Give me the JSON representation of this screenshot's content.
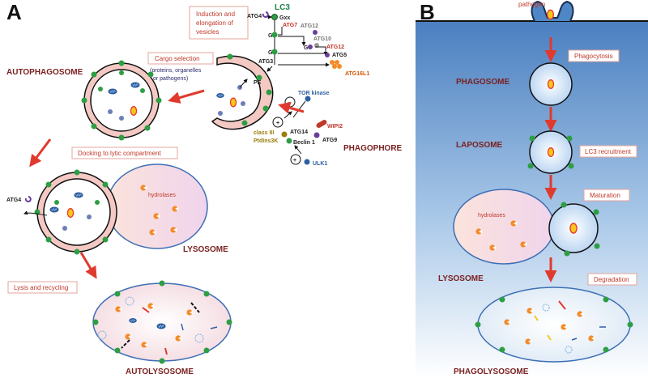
{
  "panels": {
    "a": "A",
    "b": "B"
  },
  "panel_a": {
    "labels": {
      "autophagosome": "AUTOPHAGOSOME",
      "phagophore": "PHAGOPHORE",
      "lysosome": "LYSOSOME",
      "autolysosome": "AUTOLYSOSOME"
    },
    "boxes": {
      "induction_line1": "Induction and",
      "induction_line2": "elongation of",
      "induction_line3": "vesicles",
      "cargo": "Cargo selection",
      "docking": "Docking to lytic compartment",
      "lysis": "Lysis and recycling"
    },
    "cargo_detail_line1": "(proteins, organelles",
    "cargo_detail_line2": "or pathogens)",
    "genes": {
      "lc3": "LC3",
      "atg4": "ATG4",
      "gxx": "Gxx",
      "g": "G",
      "atg7": "ATG7",
      "atg12_top": "ATG12",
      "atg10": "ATG10",
      "atg12": "ATG12",
      "atg5": "ATG5",
      "atg3": "ATG3",
      "atg16l1": "ATG16L1",
      "pe": "PE",
      "tor_kinase": "TOR kinase",
      "minus": "−",
      "plus": "+",
      "wipi2": "WIPI2",
      "class3_line1": "class III",
      "class3_line2": "PtdIns3K",
      "atg14": "ATG14",
      "beclin1": "Beclin 1",
      "atg9": "ATG9",
      "ulk1": "ULK1",
      "atg4_lower": "ATG4"
    },
    "hydrolases": "hydrolases"
  },
  "panel_b": {
    "pathogen": "pathogen",
    "labels": {
      "phagosome": "PHAGOSOME",
      "laposome": "LAPOSOME",
      "lysosome": "LYSOSOME",
      "phagolysosome": "PHAGOLYSOSOME"
    },
    "boxes": {
      "phagocytosis": "Phagocytosis",
      "lc3_recruitment": "LC3 recruitment",
      "maturation": "Maturation",
      "degradation": "Degradation"
    },
    "hydrolases": "hydrolases"
  },
  "colors": {
    "arrow_red": "#e03a2e",
    "label_maroon": "#7a1f1f",
    "membrane_pink": "#f4c9c4",
    "lc3_green": "#2e9e44",
    "panel_b_blue": "#4f86c6",
    "vesicle_blue": "#cfe3f7",
    "lysosome_pink": "#f7d9e3",
    "pathogen_orange": "#f28c28"
  }
}
